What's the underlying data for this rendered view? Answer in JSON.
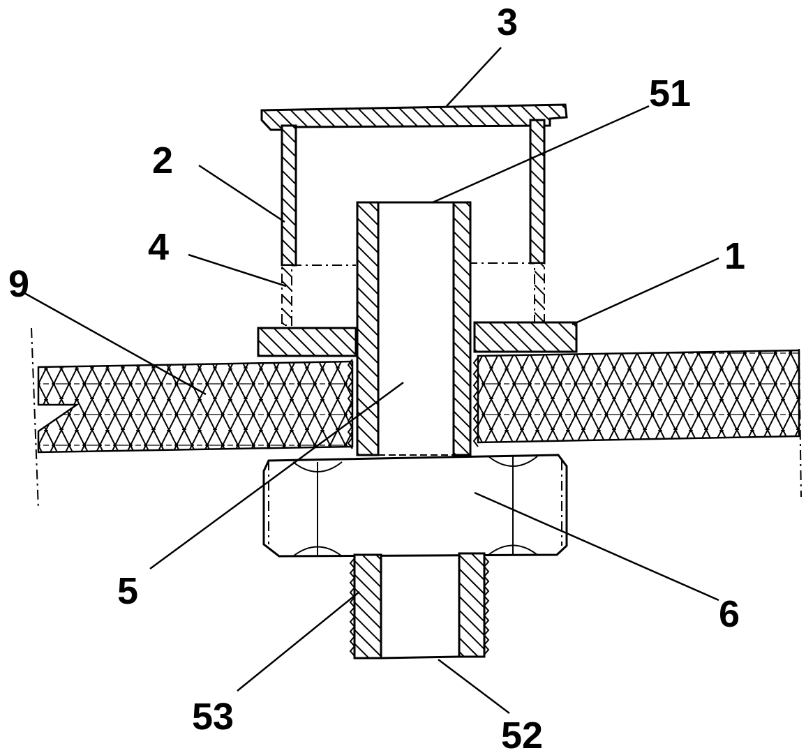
{
  "labels": {
    "part_1": "1",
    "part_2": "2",
    "part_3": "3",
    "part_4": "4",
    "part_5": "5",
    "part_6": "6",
    "part_9": "9",
    "part_51": "51",
    "part_52": "52",
    "part_53": "53"
  },
  "colors": {
    "line": "#000000",
    "background": "#ffffff"
  }
}
